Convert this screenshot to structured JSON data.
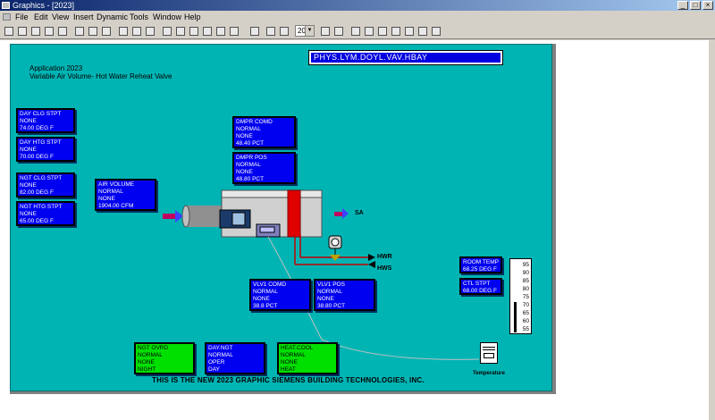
{
  "window": {
    "title": "Graphics - [2023]"
  },
  "menu": [
    "File",
    "Edit",
    "View",
    "Insert",
    "Dynamic",
    "Tools",
    "Window",
    "Help"
  ],
  "toolbar": {
    "zoom_value": "20"
  },
  "graphic": {
    "app_line": "Application 2023",
    "app_desc": "Variable Air Volume- Hot Water Reheat Valve",
    "header": "PHYS.LYM.DOYL.VAV.HBAY",
    "footer": "THIS IS THE NEW 2023 GRAPHIC   SIEMENS BUILDING TECHNOLOGIES, INC.",
    "sa_label": "SA",
    "hwr_label": "HWR",
    "hws_label": "HWS",
    "temperature_label": "Temperature",
    "therm_scale": [
      "95",
      "90",
      "85",
      "80",
      "75",
      "70",
      "65",
      "60",
      "55"
    ]
  },
  "points": {
    "day_clg": [
      "DAY CLG STPT",
      "NONE",
      "74.00 DEG F"
    ],
    "day_htg": [
      "DAY HTG STPT",
      "NONE",
      "70.00 DEG F"
    ],
    "ngt_clg": [
      "NGT CLG STPT",
      "NONE",
      "82.00 DEG F"
    ],
    "ngt_htg": [
      "NGT HTG STPT",
      "NONE",
      "65.00 DEG F"
    ],
    "air_volume": [
      "AIR VOLUME",
      "NORMAL",
      "NONE",
      "1904.00  CFM"
    ],
    "dmpr_comd": [
      "DMPR COMD",
      "NORMAL",
      "NONE",
      "48.40 PCT"
    ],
    "dmpr_pos": [
      "DMPR POS",
      "NORMAL",
      "NONE",
      "48.80 PCT"
    ],
    "vlv1_comd": [
      "VLV1 COMD",
      "NORMAL",
      "NONE",
      "38.8 PCT"
    ],
    "vlv1_pos": [
      "VLV1 POS",
      "NORMAL",
      "NONE",
      "38.80 PCT"
    ],
    "room_temp": [
      "ROOM TEMP",
      "68.25 DEG F"
    ],
    "ctl_stpt": [
      "CTL STPT",
      "68.00 DEG F"
    ],
    "ngt_ovrd": [
      "NGT OVRD",
      "NORMAL",
      "NONE",
      "NIGHT"
    ],
    "day_ngt": [
      "DAY.NGT",
      "NORMAL",
      "OPER",
      "DAY"
    ],
    "heat_cool": [
      "HEAT.COOL",
      "NORMAL",
      "NONE",
      "HEAT"
    ]
  },
  "colors": {
    "canvas": "#00b4b4",
    "point_box": "#0000f0",
    "point_green": "#00e000"
  }
}
